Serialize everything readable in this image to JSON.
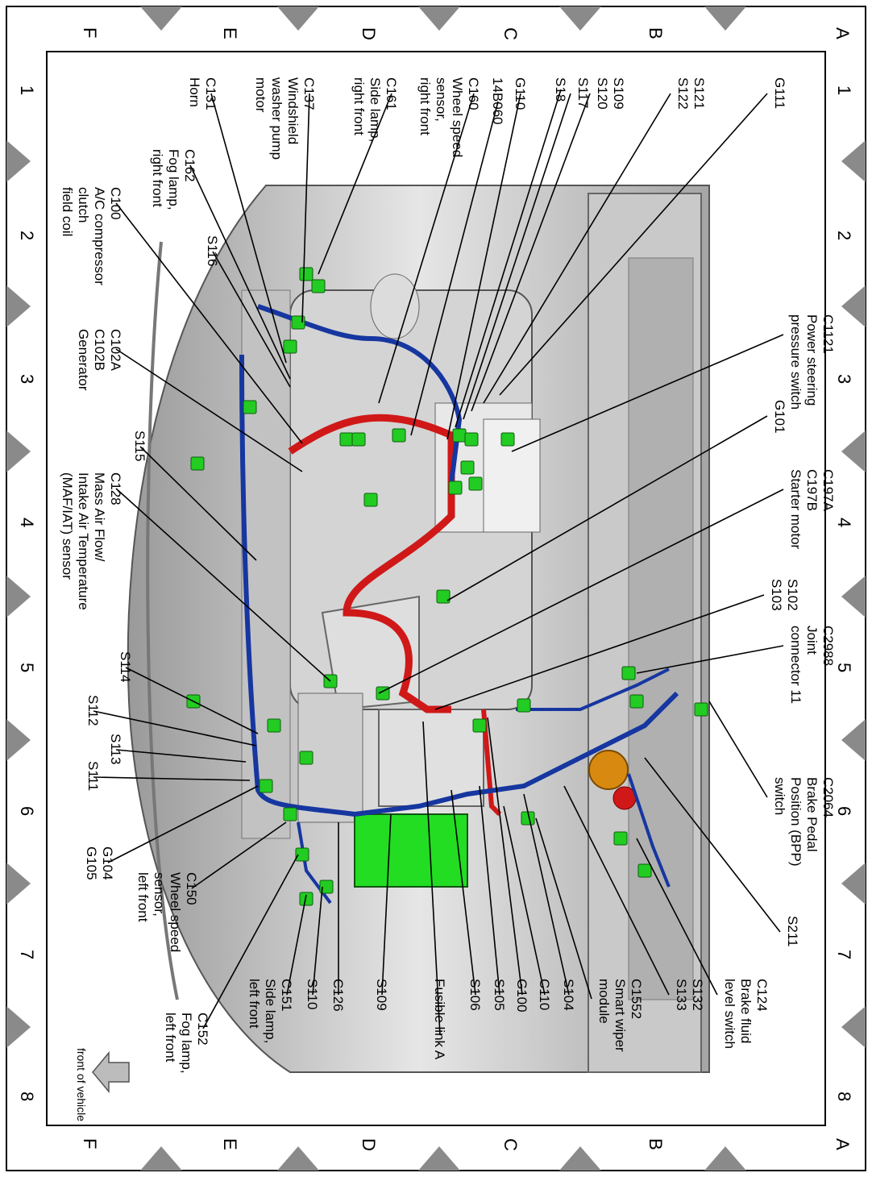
{
  "frame": {
    "rows_top": [
      "A",
      "B",
      "C",
      "D",
      "E",
      "F"
    ],
    "rows_bottom": [
      "A",
      "B",
      "C",
      "D",
      "E",
      "F"
    ],
    "columns": [
      "1",
      "2",
      "3",
      "4",
      "5",
      "6",
      "7",
      "8"
    ]
  },
  "legend": {
    "direction_label": "front of vehicle",
    "arrow_icon": "arrow-left-icon"
  },
  "colors": {
    "harness_red": "#d01818",
    "harness_blue": "#1636a0",
    "connector_green": "#22cc22",
    "body_gray": "#b8b8b8",
    "amber": "#d88a10"
  },
  "labels": [
    {
      "id": "g111",
      "lines": [
        "G111"
      ]
    },
    {
      "id": "s121-s122",
      "lines": [
        "S121",
        "S122"
      ]
    },
    {
      "id": "s109-s120",
      "lines": [
        "S109",
        "S120"
      ]
    },
    {
      "id": "s117",
      "lines": [
        "S117"
      ]
    },
    {
      "id": "s18",
      "lines": [
        "S18"
      ]
    },
    {
      "id": "g110",
      "lines": [
        "G110"
      ]
    },
    {
      "id": "14b060",
      "lines": [
        "14B060"
      ]
    },
    {
      "id": "c160",
      "lines": [
        "C160",
        "Wheel speed",
        "sensor,",
        "right front"
      ]
    },
    {
      "id": "c161",
      "lines": [
        "C161",
        "Side lamp,",
        "right front"
      ]
    },
    {
      "id": "c137",
      "lines": [
        "C137",
        "Windshield",
        "washer pump",
        "motor"
      ]
    },
    {
      "id": "c131",
      "lines": [
        "C131",
        "Horn"
      ]
    },
    {
      "id": "c162",
      "lines": [
        "C162",
        "Fog lamp,",
        "right front"
      ]
    },
    {
      "id": "c100",
      "lines": [
        "C100",
        "A/C compressor",
        "clutch",
        "field coil"
      ]
    },
    {
      "id": "s116",
      "lines": [
        "S116"
      ]
    },
    {
      "id": "c102",
      "lines": [
        "C102A",
        "C102B",
        "Generator"
      ]
    },
    {
      "id": "s115",
      "lines": [
        "S115"
      ]
    },
    {
      "id": "c128",
      "lines": [
        "C128",
        "Mass Air Flow/",
        "Intake Air Temperature",
        "(MAF/IAT) sensor"
      ]
    },
    {
      "id": "s114",
      "lines": [
        "S114"
      ]
    },
    {
      "id": "s112",
      "lines": [
        "S112"
      ]
    },
    {
      "id": "s113",
      "lines": [
        "S113"
      ]
    },
    {
      "id": "s111",
      "lines": [
        "S111"
      ]
    },
    {
      "id": "g104-g105",
      "lines": [
        "G104",
        "G105"
      ]
    },
    {
      "id": "c150",
      "lines": [
        "C150",
        "Wheel speed",
        "sensor,",
        "left front"
      ]
    },
    {
      "id": "c152",
      "lines": [
        "C152",
        "Fog lamp,",
        "left front"
      ]
    },
    {
      "id": "c151",
      "lines": [
        "C151",
        "Side lamp,",
        "left front"
      ]
    },
    {
      "id": "s110",
      "lines": [
        "S110"
      ]
    },
    {
      "id": "c126",
      "lines": [
        "C126"
      ]
    },
    {
      "id": "s109b",
      "lines": [
        "S109"
      ]
    },
    {
      "id": "fusible-link-a",
      "lines": [
        "Fusible link A"
      ]
    },
    {
      "id": "s106",
      "lines": [
        "S106"
      ]
    },
    {
      "id": "s105",
      "lines": [
        "S105"
      ]
    },
    {
      "id": "g100",
      "lines": [
        "G100"
      ]
    },
    {
      "id": "c110",
      "lines": [
        "C110"
      ]
    },
    {
      "id": "s104",
      "lines": [
        "S104"
      ]
    },
    {
      "id": "c1552",
      "lines": [
        "C1552",
        "Smart wiper",
        "module"
      ]
    },
    {
      "id": "s132-s133",
      "lines": [
        "S132",
        "S133"
      ]
    },
    {
      "id": "c124",
      "lines": [
        "C124",
        "Brake fluid",
        "level switch"
      ]
    },
    {
      "id": "s211",
      "lines": [
        "S211"
      ]
    },
    {
      "id": "c2064",
      "lines": [
        "C2064",
        "Brake Pedal",
        "Position (BPP)",
        "switch"
      ]
    },
    {
      "id": "c2988",
      "lines": [
        "C2988",
        "Joint",
        "connector 11"
      ]
    },
    {
      "id": "s102-s103",
      "lines": [
        "S102",
        "S103"
      ]
    },
    {
      "id": "c197",
      "lines": [
        "C197A",
        "C197B",
        "Starter motor"
      ]
    },
    {
      "id": "g101",
      "lines": [
        "G101"
      ]
    },
    {
      "id": "c1121",
      "lines": [
        "C1121",
        "Power steering",
        "pressure switch"
      ]
    }
  ]
}
